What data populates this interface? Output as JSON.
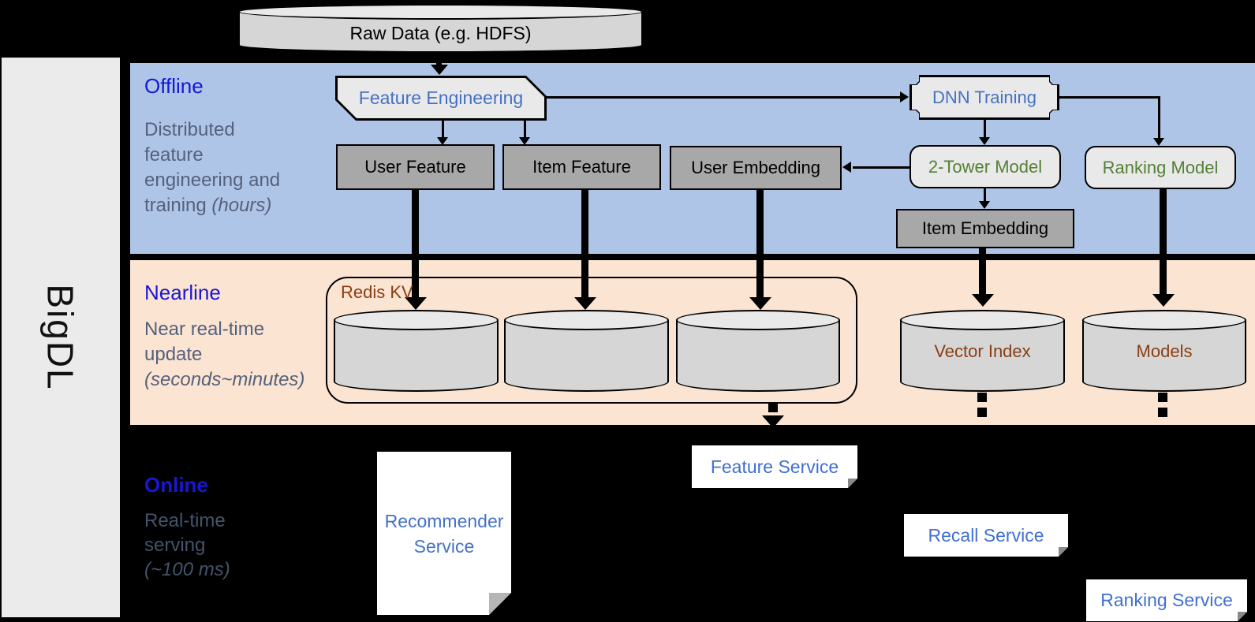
{
  "colors": {
    "background": "#000000",
    "offline_band": "#aec5e8",
    "nearline_band": "#fbe4d1",
    "sidebar_gray": "#ebebeb",
    "band_title_blue": "#1717d4",
    "desc_slate": "#55617c",
    "node_gray": "#a8a8a8",
    "node_light": "#e9e9e9",
    "cylinder_gray": "#d6d6d6",
    "link_blue": "#4472c4",
    "service_blue": "#4070d0",
    "model_green": "#538135",
    "storage_brown": "#8a3e12"
  },
  "sidebar": {
    "brand": "BigDL"
  },
  "source": {
    "raw_data_label": "Raw Data (e.g. HDFS)"
  },
  "offline": {
    "title": "Offline",
    "desc_line1": "Distributed",
    "desc_line2": "feature",
    "desc_line3": "engineering and",
    "desc_line4_plain": "training ",
    "desc_line4_italic": "(hours)",
    "nodes": {
      "feature_engineering": "Feature Engineering",
      "user_feature": "User Feature",
      "item_feature": "Item Feature",
      "user_embedding": "User Embedding",
      "dnn_training": "DNN Training",
      "two_tower_model": "2-Tower Model",
      "ranking_model": "Ranking Model",
      "item_embedding": "Item Embedding"
    }
  },
  "nearline": {
    "title": "Nearline",
    "desc_line1": "Near real-time",
    "desc_line2": "update",
    "desc_line3_italic": "(seconds~minutes)",
    "nodes": {
      "redis_kv": "Redis KV",
      "vector_index": "Vector Index",
      "models": "Models"
    }
  },
  "online": {
    "title": "Online",
    "desc_line1": "Real-time",
    "desc_line2": "serving",
    "desc_line3_italic": "(~100 ms)",
    "services": {
      "recommender_line1": "Recommender",
      "recommender_line2": "Service",
      "feature_service": "Feature Service",
      "recall_service": "Recall Service",
      "ranking_service": "Ranking Service"
    }
  }
}
